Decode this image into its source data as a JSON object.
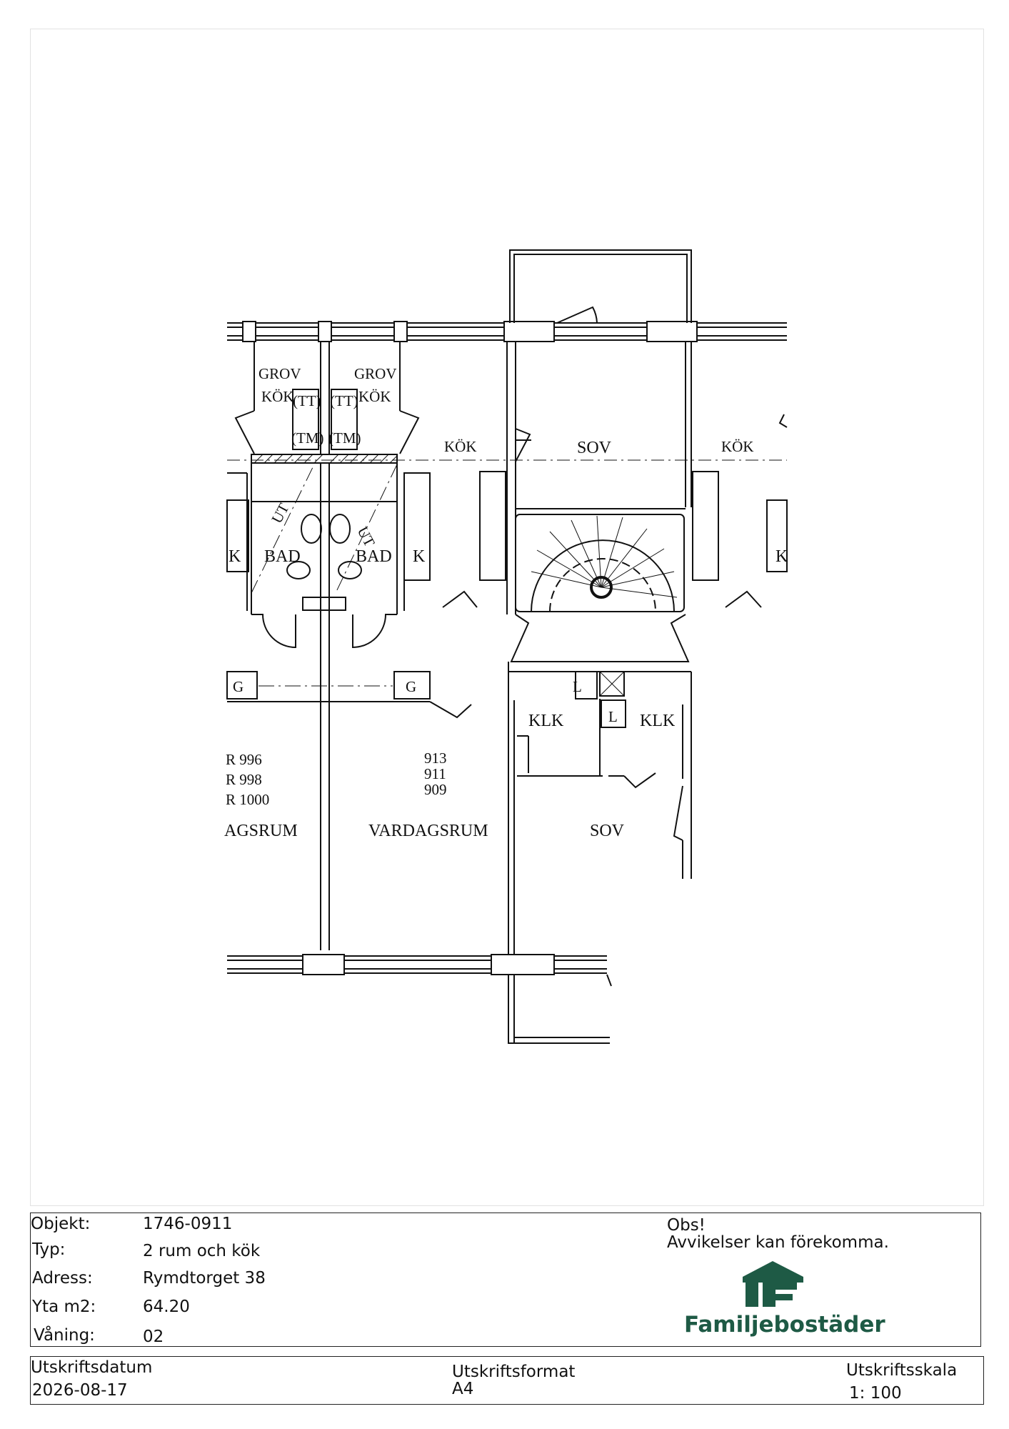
{
  "plan": {
    "rooms": {
      "grovkok_left_1": "GROV",
      "grovkok_left_2": "KÖK",
      "grovkok_right_1": "GROV",
      "grovkok_right_2": "KÖK",
      "tt_left": "(TT)",
      "tm_left": "(TM)",
      "tt_right": "(TT)",
      "tm_right": "(TM)",
      "kok_center": "KÖK",
      "sov_top": "SOV",
      "kok_right": "KÖK",
      "bad_left": "BAD",
      "bad_right": "BAD",
      "k_far_left": "K",
      "k_mid": "K",
      "k_far_right": "K",
      "ut_left": "UT",
      "ut_right": "UT",
      "g_left": "G",
      "g_right": "G",
      "l_1": "L",
      "l_2": "L",
      "klk_left": "KLK",
      "klk_right": "KLK",
      "nums_left_1": "R 996",
      "nums_left_2": "R 998",
      "nums_left_3": "R 1000",
      "nums_mid_1": "913",
      "nums_mid_2": "911",
      "nums_mid_3": "909",
      "vardagsrum_left": "AGSRUM",
      "vardagsrum_mid": "VARDAGSRUM",
      "sov_bottom": "SOV"
    }
  },
  "info": {
    "objekt_label": "Objekt:",
    "objekt_value": "1746-0911",
    "typ_label": "Typ:",
    "typ_value": "2 rum och kök",
    "adress_label": "Adress:",
    "adress_value": "Rymdtorget 38",
    "yta_label": "Yta m2:",
    "yta_value": "64.20",
    "vaning_label": "Våning:",
    "vaning_value": "02",
    "obs_line1": "Obs!",
    "obs_line2": "Avvikelser kan förekomma.",
    "brand_name": "Familjebostäder",
    "brand_color": "#1e5a45"
  },
  "print": {
    "datum_label": "Utskriftsdatum",
    "datum_value": "2026-08-17",
    "format_label": "Utskriftsformat",
    "format_value": "A4",
    "skala_label": "Utskriftsskala",
    "skala_value": "1: 100"
  }
}
